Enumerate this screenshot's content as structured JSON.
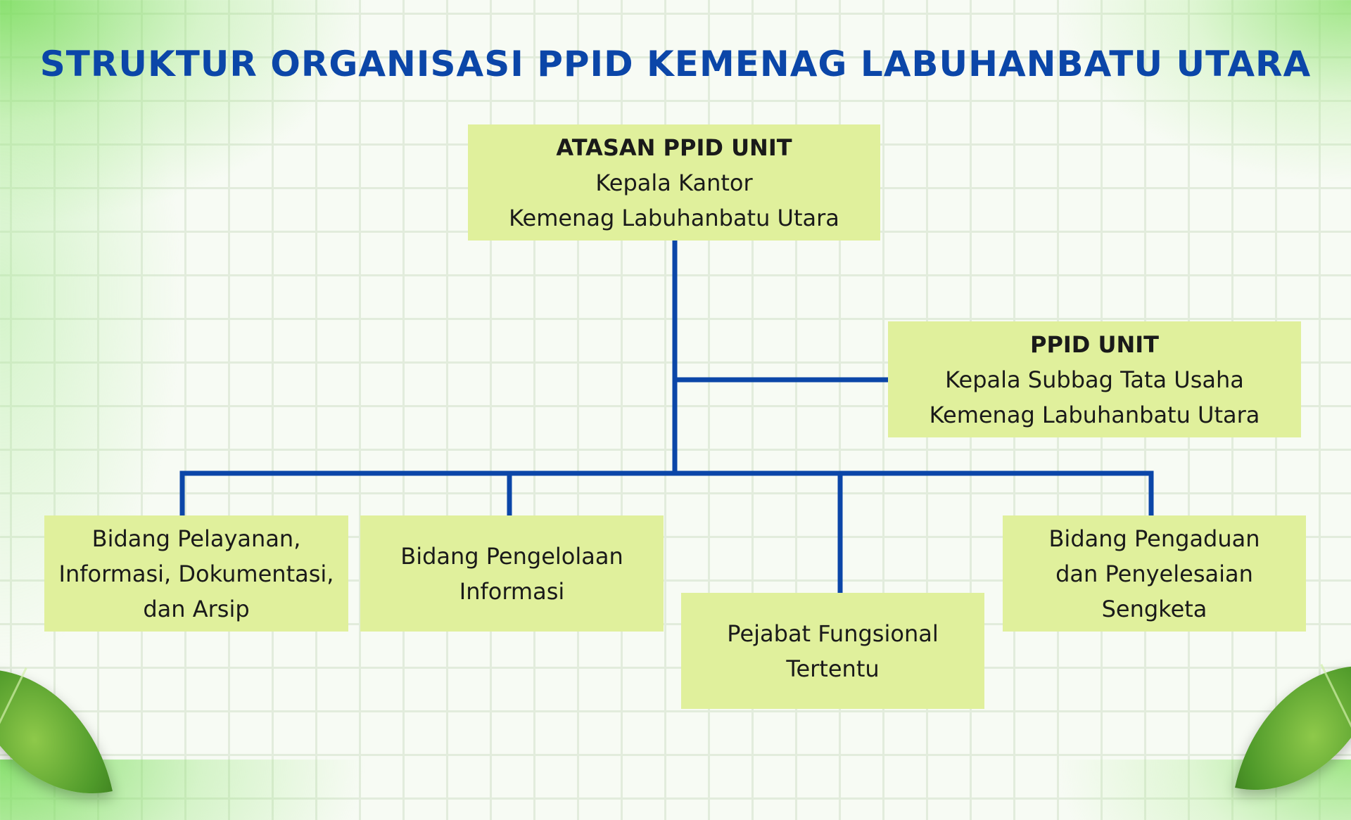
{
  "title": "STRUKTUR ORGANISASI PPID KEMENAG LABUHANBATU UTARA",
  "colors": {
    "title": "#0b46a8",
    "connector": "#0b46a8",
    "box_fill": "#e0f09c",
    "grid": "#e2ecdc"
  },
  "nodes": {
    "atasan": {
      "heading": "ATASAN PPID UNIT",
      "line1": "Kepala Kantor",
      "line2": "Kemenag Labuhanbatu Utara"
    },
    "ppid": {
      "heading": "PPID UNIT",
      "line1": "Kepala Subbag Tata Usaha",
      "line2": "Kemenag Labuhanbatu Utara"
    },
    "pelayanan": {
      "line1": "Bidang Pelayanan,",
      "line2": "Informasi, Dokumentasi,",
      "line3": "dan Arsip"
    },
    "pengelolaan": {
      "line1": "Bidang Pengelolaan",
      "line2": "Informasi"
    },
    "fungsional": {
      "line1": "Pejabat Fungsional",
      "line2": "Tertentu"
    },
    "pengaduan": {
      "line1": "Bidang Pengaduan",
      "line2": "dan Penyelesaian",
      "line3": "Sengketa"
    }
  }
}
